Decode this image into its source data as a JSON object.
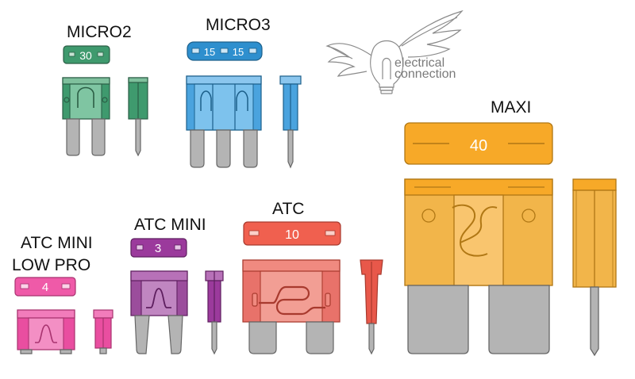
{
  "logo": {
    "line1": "electrical",
    "line2": "connection"
  },
  "fuses": [
    {
      "id": "micro2",
      "name": "MICRO2",
      "rating": "30",
      "color": "#3f9a6e",
      "rating2": ""
    },
    {
      "id": "micro3",
      "name": "MICRO3",
      "rating": "15",
      "rating2": "15",
      "color": "#2e8fce"
    },
    {
      "id": "maxi",
      "name": "MAXI",
      "rating": "40",
      "color": "#f7a928",
      "rating2": ""
    },
    {
      "id": "atc",
      "name": "ATC",
      "rating": "10",
      "color": "#f0604f",
      "rating2": ""
    },
    {
      "id": "atcmini",
      "name": "ATC MINI",
      "rating": "3",
      "color": "#9b3a9c",
      "rating2": ""
    },
    {
      "id": "atcminilp",
      "name_line1": "ATC MINI",
      "name_line2": "LOW PRO",
      "rating": "4",
      "color": "#ef4fa6",
      "rating2": ""
    }
  ]
}
